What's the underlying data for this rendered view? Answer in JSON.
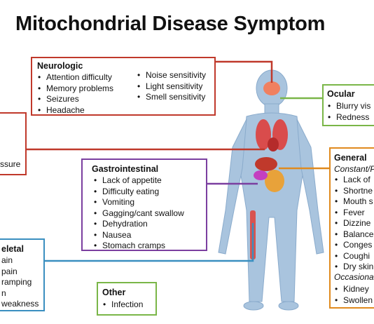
{
  "title": "Mitochondrial Disease Symptom",
  "colors": {
    "neuro": "#c0392b",
    "ocular": "#7ab648",
    "general": "#e08a1e",
    "gastro": "#7b3fa0",
    "skeletal": "#3a8fc0",
    "other": "#7ab648",
    "left": "#c0392b"
  },
  "neurologic": {
    "heading": "Neurologic",
    "col1": [
      "Attention difficulty",
      "Memory problems",
      "Seizures",
      "Headache"
    ],
    "col2": [
      "Noise sensitivity",
      "Light sensitivity",
      "Smell sensitivity"
    ]
  },
  "ocular": {
    "heading": "Ocular",
    "items": [
      "Blurry vis",
      "Redness"
    ]
  },
  "left_box": {
    "fragment": "ssure"
  },
  "general": {
    "heading": "General",
    "sub": "Constant/P",
    "items": [
      "Lack of",
      "Shortne",
      "Mouth s",
      "Fever",
      "Dizzine",
      "Balance",
      "Conges",
      "Coughi",
      "Dry skin"
    ],
    "sub2": "Occasiona",
    "items2": [
      "Kidney",
      "Swollen"
    ]
  },
  "gastro": {
    "heading": "Gastrointestinal",
    "items": [
      "Lack of appetite",
      "Difficulty eating",
      "Vomiting",
      "Gagging/cant swallow",
      "Dehydration",
      "Nausea",
      "Stomach cramps"
    ]
  },
  "skeletal": {
    "heading": "eletal",
    "items": [
      "ain",
      "pain",
      "ramping",
      "n",
      "weakness"
    ]
  },
  "other": {
    "heading": "Other",
    "items": [
      "Infection"
    ]
  }
}
